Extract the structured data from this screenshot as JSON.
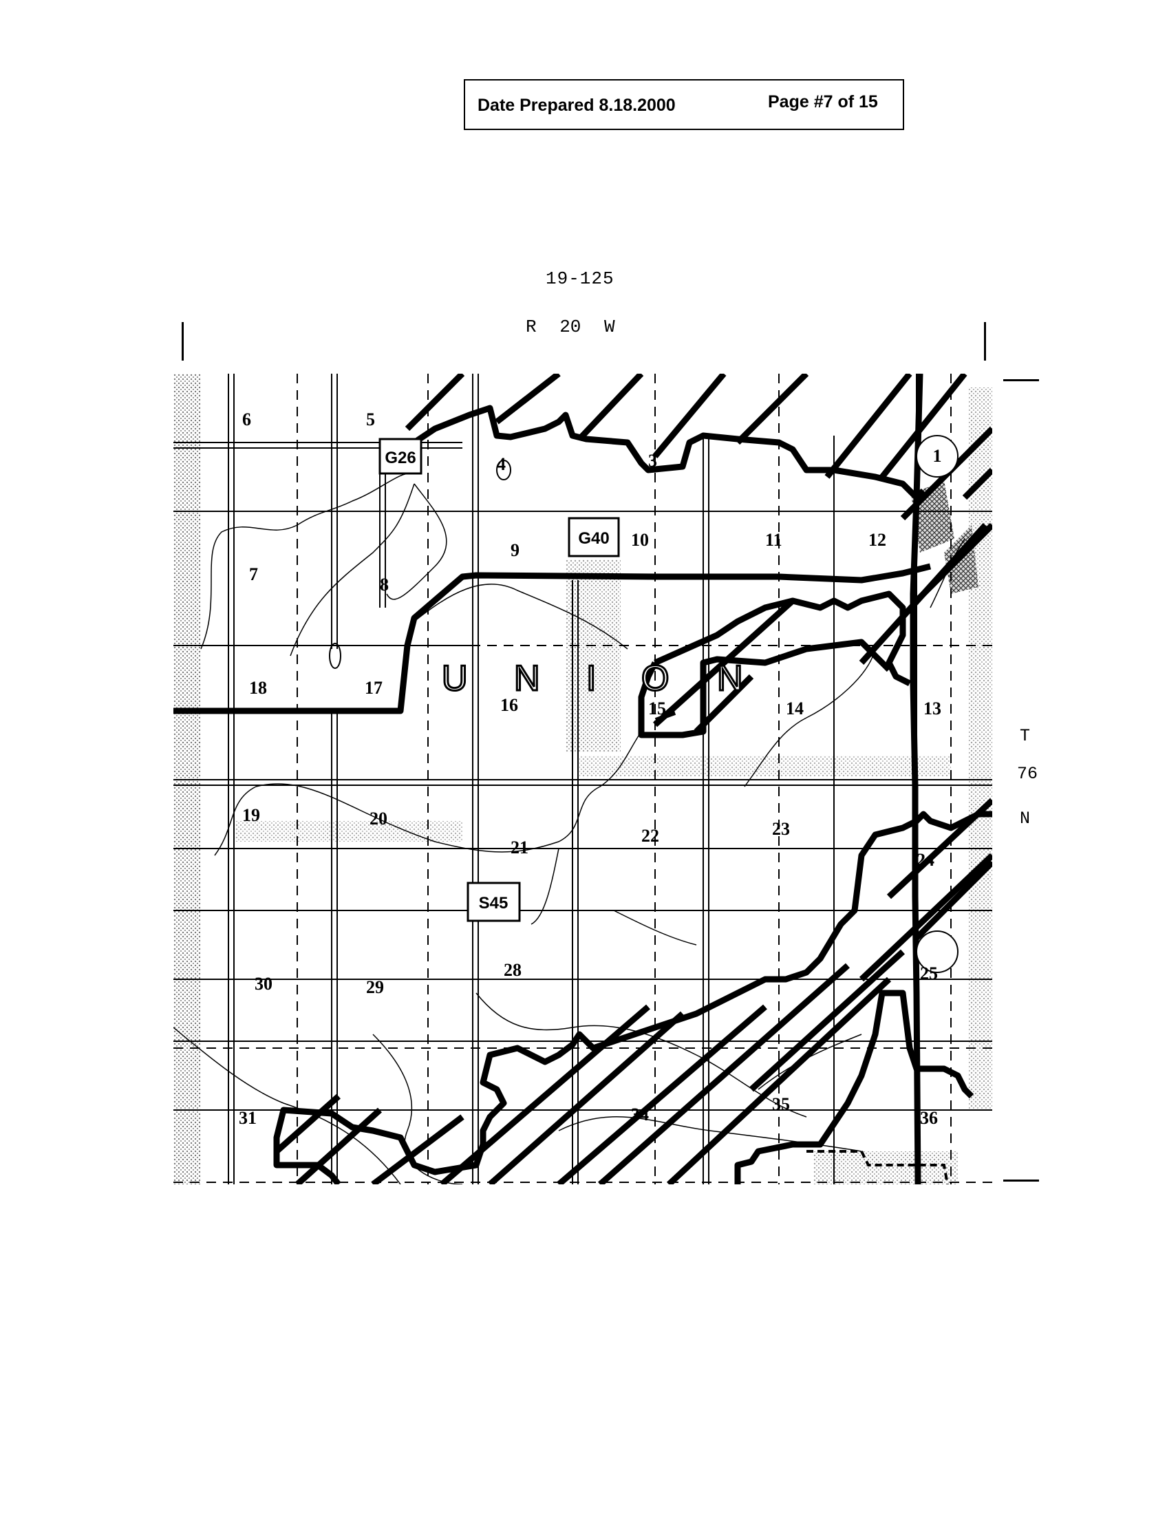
{
  "header": {
    "date_prepared": "Date Prepared 8.18.2000",
    "page": "Page #7 of 15"
  },
  "sheet_id": "19-125",
  "range_label": "R 20 W",
  "township": {
    "t": "T",
    "number": "76",
    "n": "N"
  },
  "map": {
    "place_letters": [
      "U",
      "N",
      "I",
      "O",
      "N"
    ],
    "boxed_labels": [
      "G26",
      "G40",
      "S45"
    ],
    "sections": [
      {
        "label": "6"
      },
      {
        "label": "5"
      },
      {
        "label": "4"
      },
      {
        "label": "3"
      },
      {
        "label": "1"
      },
      {
        "label": "7"
      },
      {
        "label": "8"
      },
      {
        "label": "9"
      },
      {
        "label": "10"
      },
      {
        "label": "11"
      },
      {
        "label": "12"
      },
      {
        "label": "18"
      },
      {
        "label": "17"
      },
      {
        "label": "16"
      },
      {
        "label": "15"
      },
      {
        "label": "14"
      },
      {
        "label": "13"
      },
      {
        "label": "19"
      },
      {
        "label": "20"
      },
      {
        "label": "21"
      },
      {
        "label": "22"
      },
      {
        "label": "23"
      },
      {
        "label": "24"
      },
      {
        "label": "30"
      },
      {
        "label": "29"
      },
      {
        "label": "28"
      },
      {
        "label": "25"
      },
      {
        "label": "31"
      },
      {
        "label": "34"
      },
      {
        "label": "35"
      },
      {
        "label": "36"
      }
    ]
  }
}
